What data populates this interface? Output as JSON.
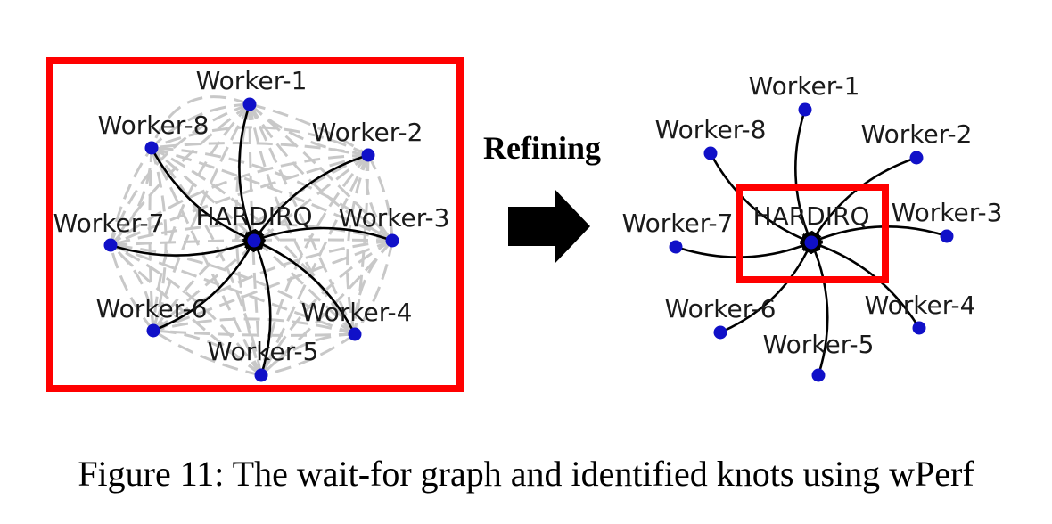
{
  "arrow_label": "Refining",
  "caption": "Figure 11: The wait-for graph and identified knots using wPerf",
  "colors": {
    "frame": "#ff0000",
    "node": "#1010c8",
    "edge": "#000000",
    "ghost_edge": "#c8c8c8"
  },
  "left_graph": {
    "center_label": "HARDIRQ",
    "workers": [
      "Worker-1",
      "Worker-2",
      "Worker-3",
      "Worker-4",
      "Worker-5",
      "Worker-6",
      "Worker-7",
      "Worker-8"
    ]
  },
  "right_graph": {
    "center_label": "HARDIRQ",
    "workers": [
      "Worker-1",
      "Worker-2",
      "Worker-3",
      "Worker-4",
      "Worker-5",
      "Worker-6",
      "Worker-7",
      "Worker-8"
    ]
  }
}
